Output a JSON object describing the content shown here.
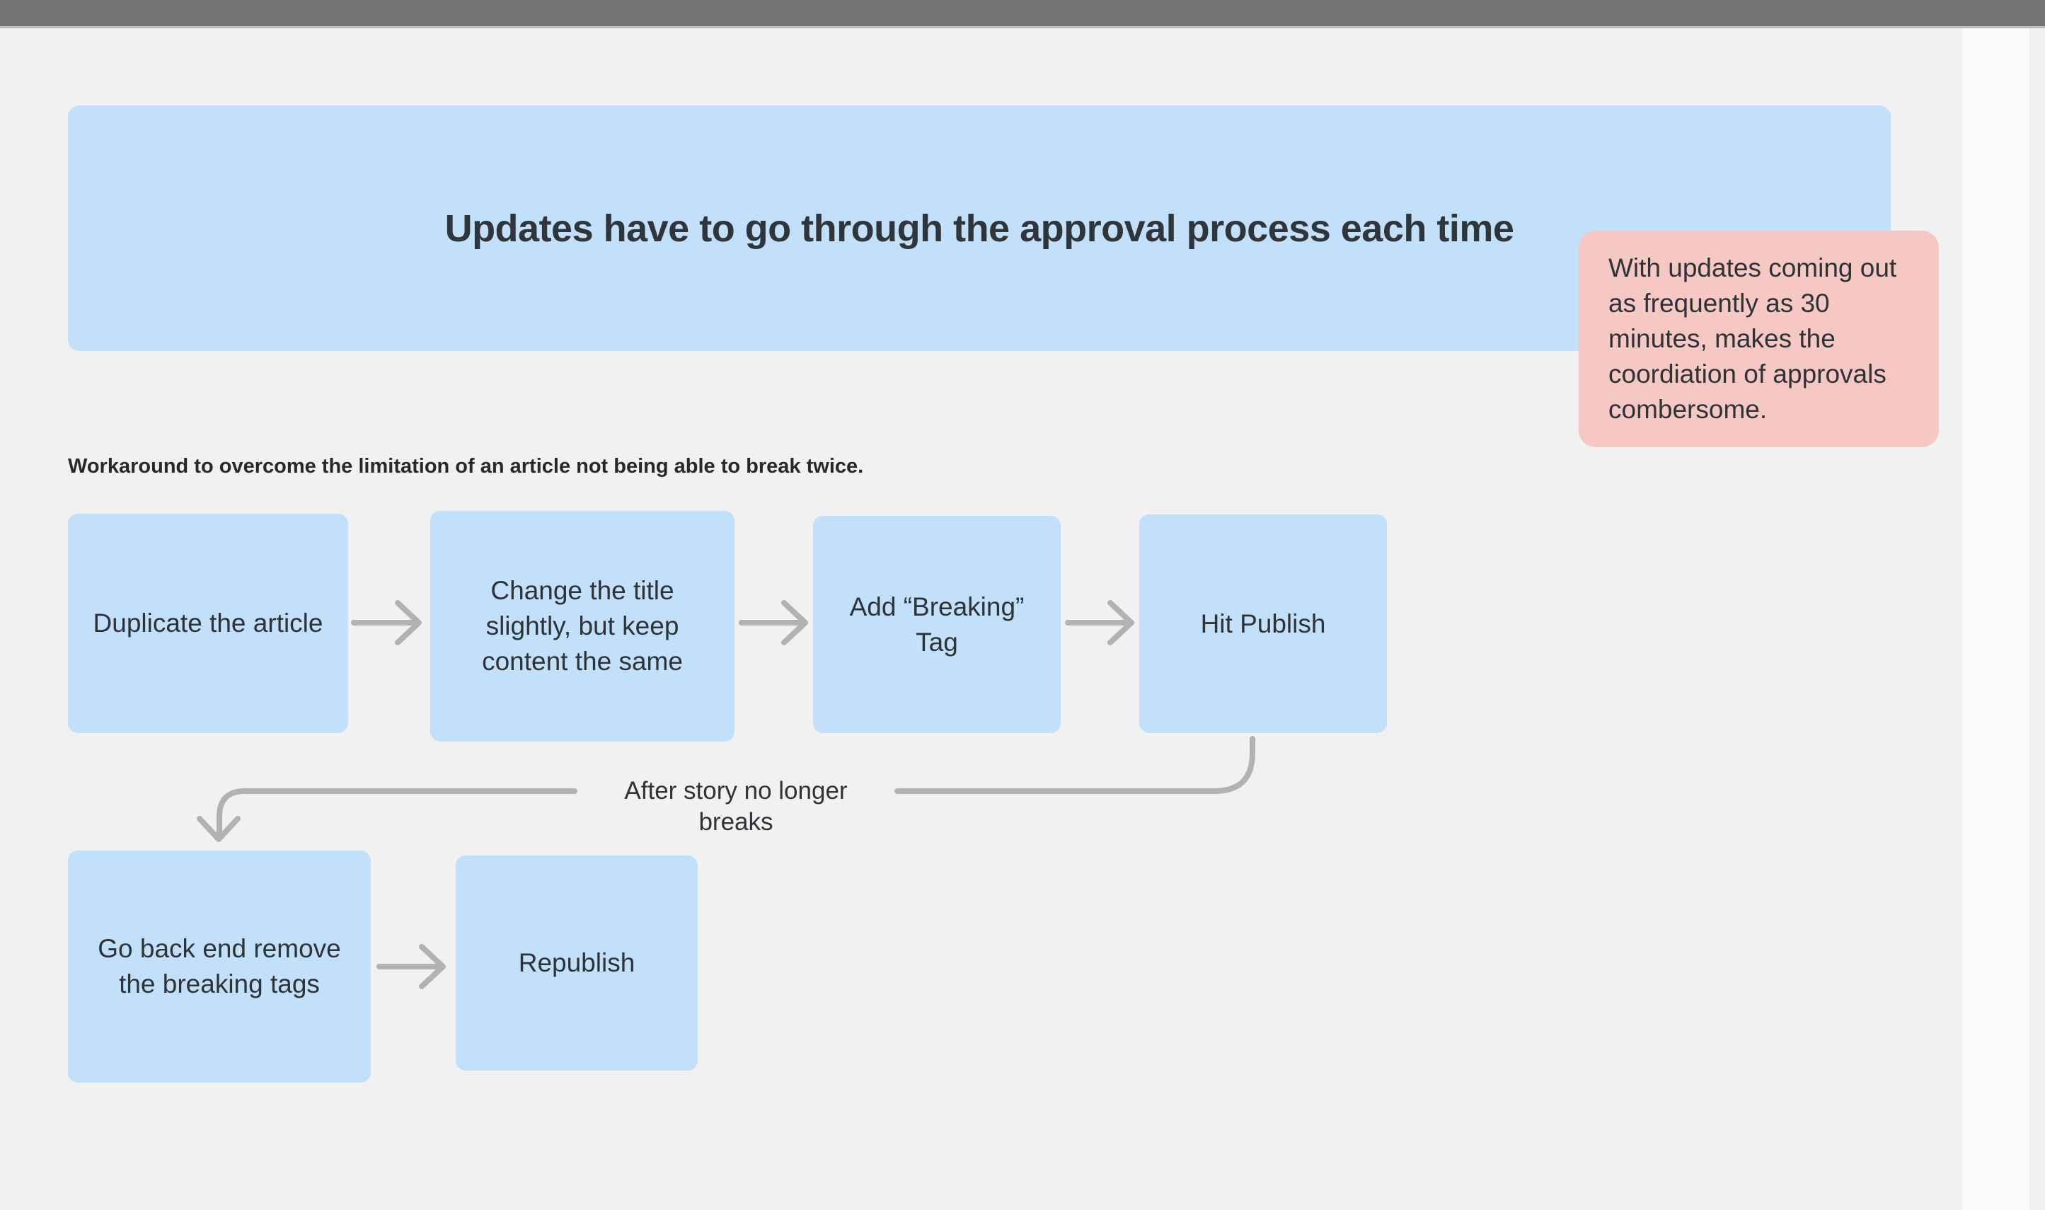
{
  "window": {
    "top_bar_label": ""
  },
  "banner": {
    "title": "Updates have to go through the approval process each time"
  },
  "sticky_note": {
    "text": "With updates coming out as frequently as 30 minutes, makes the coordiation of approvals combersome."
  },
  "workaround_heading": "Workaround to overcome the limitation of an article not being able to break twice.",
  "flow": {
    "row1": [
      {
        "label": "Duplicate the article"
      },
      {
        "label": "Change the title slightly, but keep content the same"
      },
      {
        "label": "Add “Breaking” Tag"
      },
      {
        "label": "Hit Publish"
      }
    ],
    "loop_label": "After story no longer breaks",
    "row2": [
      {
        "label": "Go back end remove the breaking tags"
      },
      {
        "label": "Republish"
      }
    ]
  },
  "colors": {
    "shape_blue": "#c3e0fa",
    "note_pink": "#f6c8c3",
    "connector_gray": "#b2b2b2",
    "top_bar_gray": "#747474",
    "canvas_background": "#f1f1f1",
    "text_dark": "#2e3338"
  }
}
